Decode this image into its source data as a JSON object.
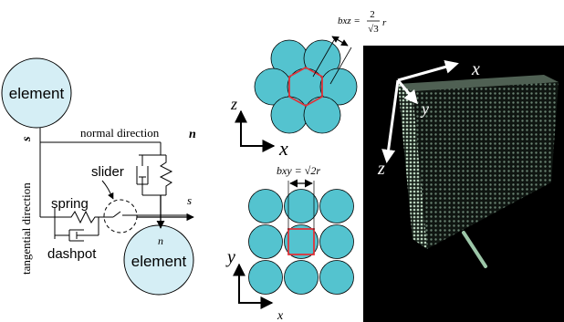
{
  "contact_model": {
    "element_top_label": "element",
    "element_bottom_label": "element",
    "normal_direction_label": "normal direction",
    "normal_symbol": "n",
    "tangential_direction_label": "tangential direction",
    "tangential_symbol": "s",
    "slider_label": "slider",
    "spring_label": "spring",
    "dashpot_label": "dashpot",
    "s_axis_label": "s",
    "n_axis_label": "n"
  },
  "packing_xz": {
    "formula_lhs": "bxz",
    "formula_eq": "=",
    "formula_num": "2",
    "formula_den": "√3",
    "formula_r": "r",
    "axis_z": "z",
    "axis_x": "x"
  },
  "packing_xy": {
    "formula": "bxy = √2r",
    "axis_y": "y",
    "axis_x": "x"
  },
  "photo": {
    "axis_x": "x",
    "axis_y": "y",
    "axis_z": "z"
  },
  "colors": {
    "sphere_fill": "#54c3cf",
    "element_fill": "#d5eef5",
    "highlight_red": "#e0333a"
  }
}
